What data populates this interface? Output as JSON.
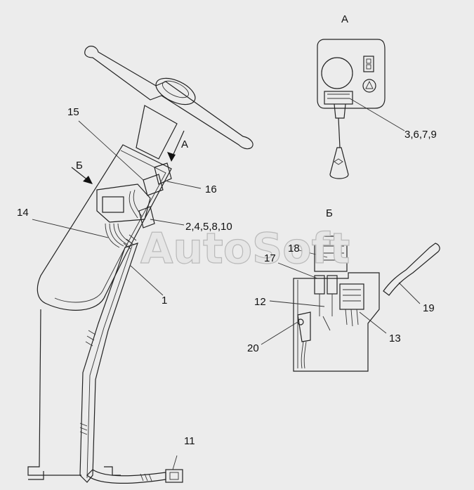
{
  "view_labels": {
    "view_a": "А",
    "view_b": "Б"
  },
  "callouts": {
    "c1": "1",
    "c11": "11",
    "c12": "12",
    "c13": "13",
    "c14": "14",
    "c15": "15",
    "c16": "16",
    "c17": "17",
    "c18": "18",
    "c19": "19",
    "c20": "20",
    "c_group_a": "2,4,5,8,10",
    "c_group_b": "3,6,7,9"
  },
  "watermark": "AutoSoft"
}
